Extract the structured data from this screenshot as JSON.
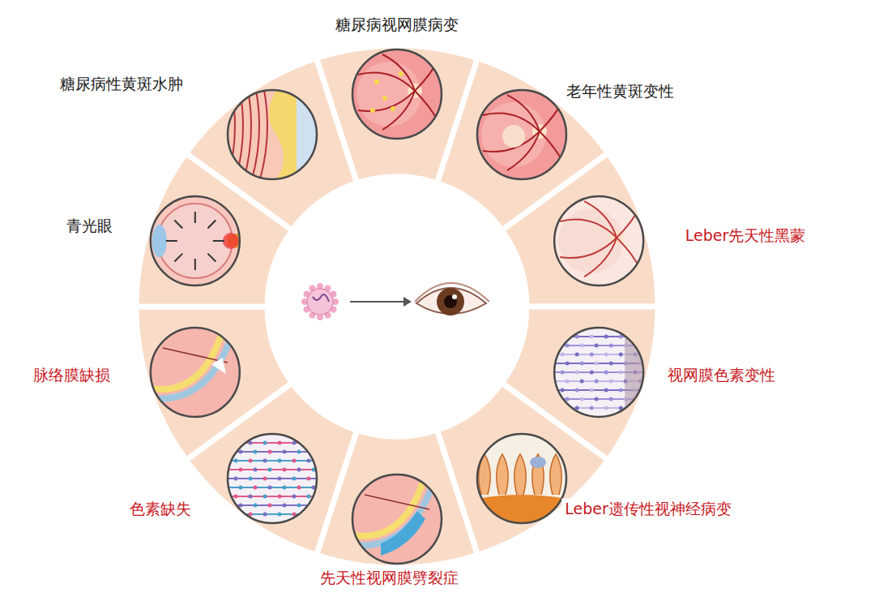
{
  "diagram": {
    "labels": [
      "糖尿病视网膜病变",
      "糖尿病性黄斑水肿",
      "老年性黄斑变性",
      "青光眼",
      "Leber先天性黑蒙",
      "视网膜色素变性",
      "脉络膜缺损",
      "色素缺失",
      "Leber遗传性视神经病变",
      "先天性视网膜劈裂症"
    ]
  }
}
